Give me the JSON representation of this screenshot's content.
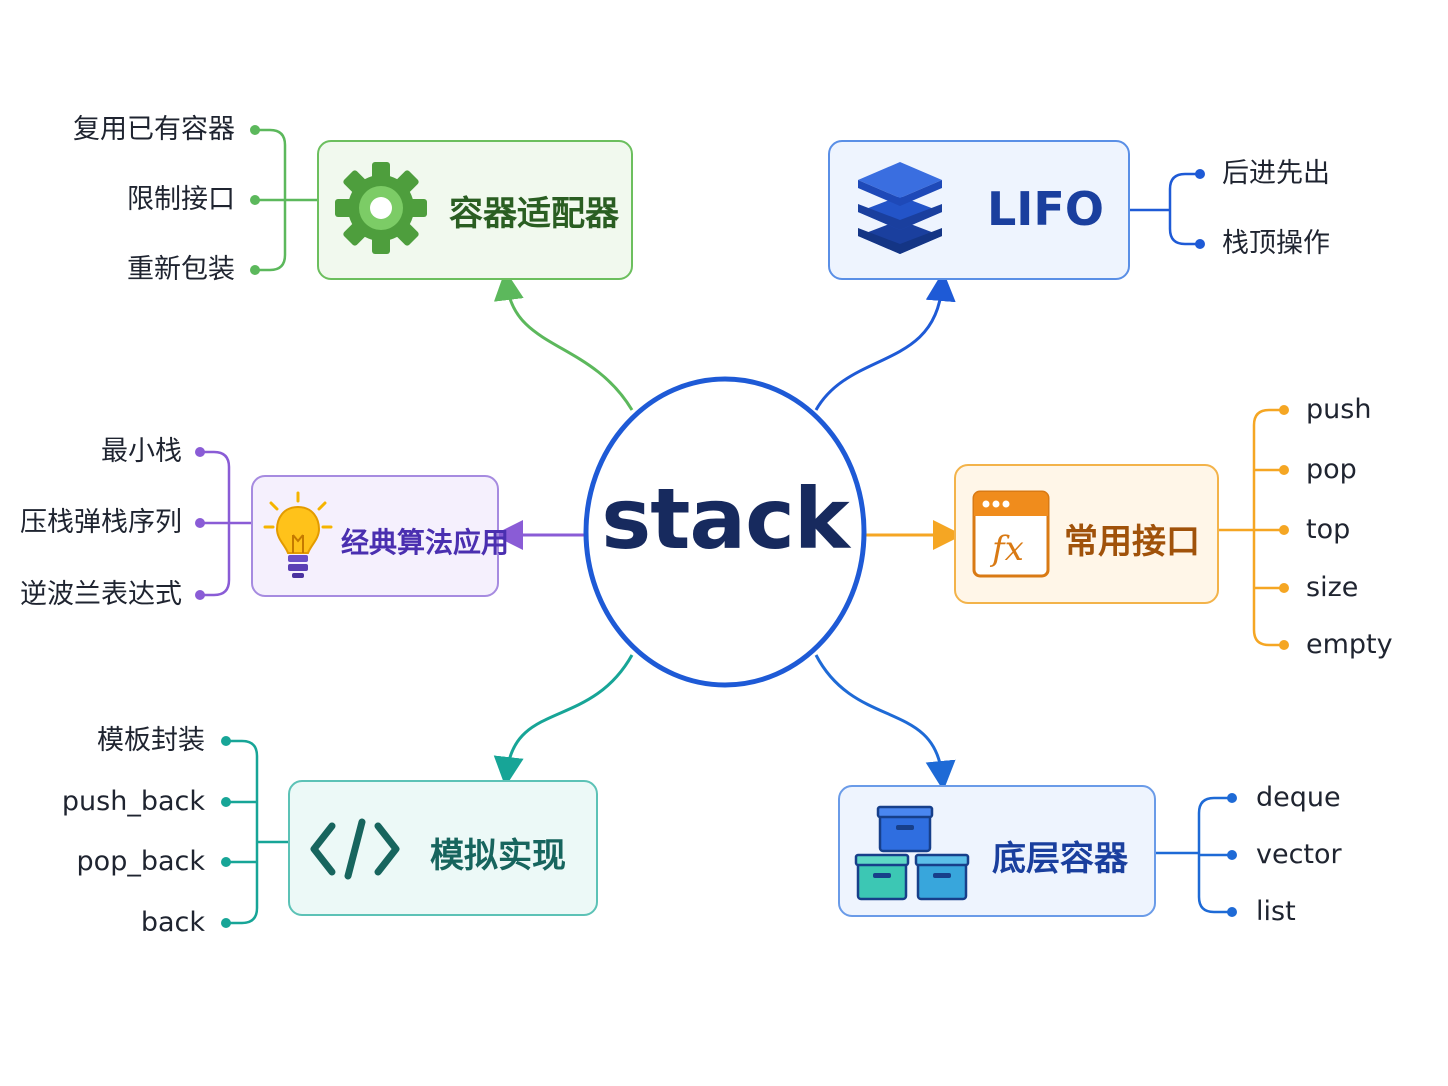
{
  "center": {
    "label": "stack"
  },
  "branches": {
    "adapter": {
      "title": "容器适配器",
      "color": "#4caf50",
      "leaves": [
        "复用已有容器",
        "限制接口",
        "重新包装"
      ]
    },
    "lifo": {
      "title": "LIFO",
      "color": "#1e5ad6",
      "leaves": [
        "后进先出",
        "栈顶操作"
      ]
    },
    "classic": {
      "title": "经典算法应用",
      "color": "#8a5cd6",
      "leaves": [
        "最小栈",
        "压栈弹栈序列",
        "逆波兰表达式"
      ]
    },
    "interface": {
      "title": "常用接口",
      "color": "#f5a623",
      "leaves": [
        "push",
        "pop",
        "top",
        "size",
        "empty"
      ]
    },
    "simulate": {
      "title": "模拟实现",
      "color": "#17a597",
      "leaves": [
        "模板封装",
        "push_back",
        "pop_back",
        "back"
      ]
    },
    "underlying": {
      "title": "底层容器",
      "color": "#1e6ad6",
      "leaves": [
        "deque",
        "vector",
        "list"
      ]
    }
  },
  "icons": {
    "adapter": "gear-icon",
    "lifo": "layers-icon",
    "classic": "lightbulb-icon",
    "interface": "function-window-icon",
    "simulate": "code-brackets-icon",
    "underlying": "storage-boxes-icon"
  }
}
